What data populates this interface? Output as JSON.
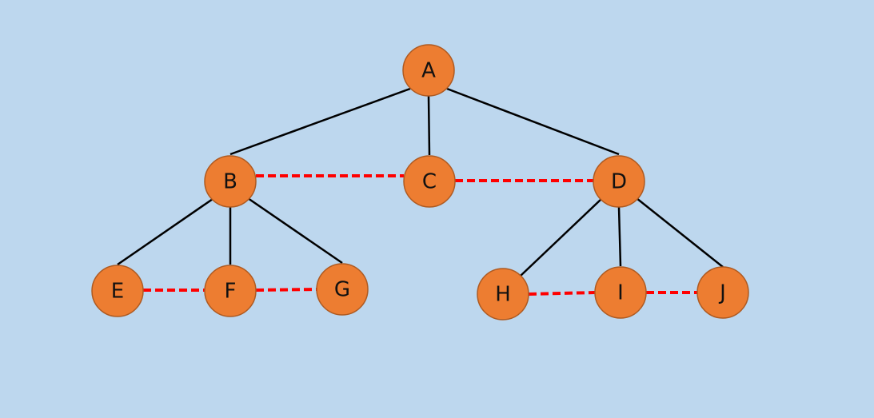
{
  "diagram": {
    "background": "#bdd7ee",
    "node_fill": "#ed7d31",
    "sibling_link_color": "#ff0000",
    "nodes": [
      {
        "id": "A",
        "label": "A"
      },
      {
        "id": "B",
        "label": "B"
      },
      {
        "id": "C",
        "label": "C"
      },
      {
        "id": "D",
        "label": "D"
      },
      {
        "id": "E",
        "label": "E"
      },
      {
        "id": "F",
        "label": "F"
      },
      {
        "id": "G",
        "label": "G"
      },
      {
        "id": "H",
        "label": "H"
      },
      {
        "id": "I",
        "label": "I"
      },
      {
        "id": "J",
        "label": "J"
      }
    ],
    "tree_edges": [
      {
        "from": "A",
        "to": "B"
      },
      {
        "from": "A",
        "to": "C"
      },
      {
        "from": "A",
        "to": "D"
      },
      {
        "from": "B",
        "to": "E"
      },
      {
        "from": "B",
        "to": "F"
      },
      {
        "from": "B",
        "to": "G"
      },
      {
        "from": "D",
        "to": "H"
      },
      {
        "from": "D",
        "to": "I"
      },
      {
        "from": "D",
        "to": "J"
      }
    ],
    "sibling_links": [
      {
        "from": "B",
        "to": "C"
      },
      {
        "from": "C",
        "to": "D"
      },
      {
        "from": "E",
        "to": "F"
      },
      {
        "from": "F",
        "to": "G"
      },
      {
        "from": "H",
        "to": "I"
      },
      {
        "from": "I",
        "to": "J"
      }
    ]
  }
}
